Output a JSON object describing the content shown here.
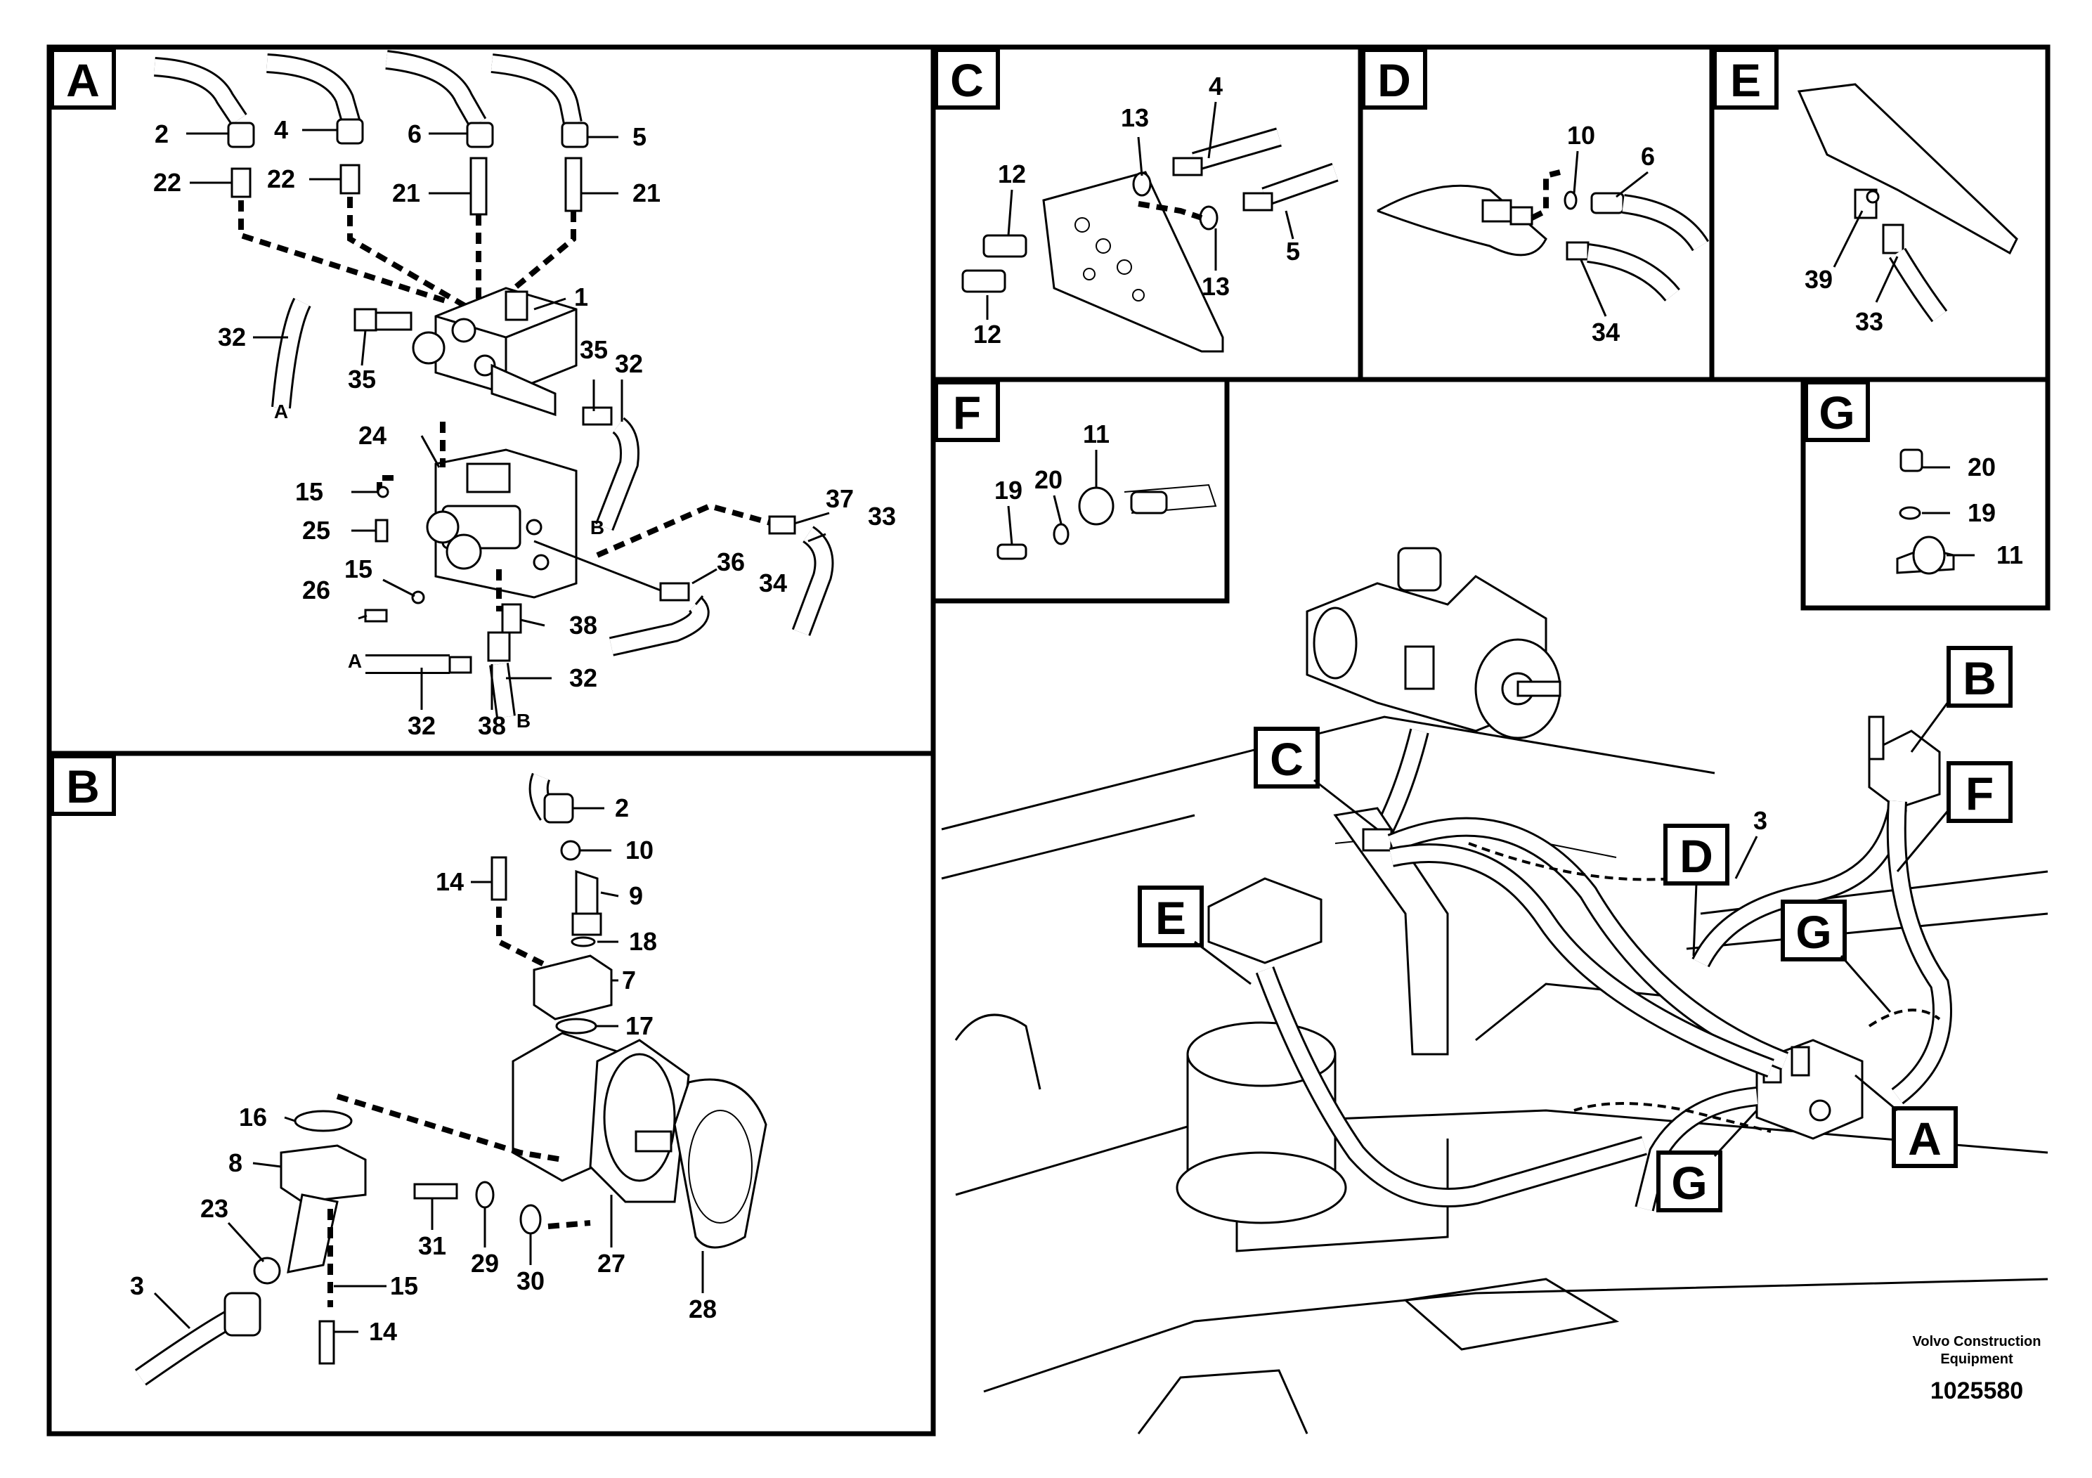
{
  "panels": {
    "a": {
      "letter": "A"
    },
    "b": {
      "letter": "B"
    },
    "c": {
      "letter": "C"
    },
    "d": {
      "letter": "D"
    },
    "e": {
      "letter": "E"
    },
    "f": {
      "letter": "F"
    },
    "g": {
      "letter": "G"
    }
  },
  "panel_a": {
    "callouts": [
      "2",
      "4",
      "6",
      "5",
      "22",
      "22",
      "21",
      "21",
      "1",
      "32",
      "35",
      "35",
      "32",
      "24",
      "15",
      "25",
      "37",
      "33",
      "36",
      "15",
      "26",
      "34",
      "38",
      "32",
      "32",
      "38"
    ],
    "hose_ends": [
      "A",
      "B",
      "A",
      "B"
    ]
  },
  "panel_b": {
    "callouts": [
      "2",
      "10",
      "14",
      "9",
      "18",
      "7",
      "17",
      "16",
      "8",
      "23",
      "3",
      "15",
      "14",
      "31",
      "29",
      "30",
      "27",
      "28"
    ]
  },
  "panel_c": {
    "callouts": [
      "13",
      "4",
      "12",
      "5",
      "13",
      "12"
    ]
  },
  "panel_d": {
    "callouts": [
      "10",
      "6",
      "34"
    ]
  },
  "panel_e": {
    "callouts": [
      "39",
      "33"
    ]
  },
  "panel_f": {
    "callouts": [
      "11",
      "20",
      "19"
    ]
  },
  "panel_g": {
    "callouts": [
      "20",
      "19",
      "11"
    ]
  },
  "overview": {
    "locators": [
      "C",
      "E",
      "B",
      "F",
      "D",
      "G",
      "A",
      "G"
    ],
    "callouts": [
      "3"
    ]
  },
  "footer": {
    "brand_line1": "Volvo Construction",
    "brand_line2": "Equipment",
    "drawing_number": "1025580"
  }
}
